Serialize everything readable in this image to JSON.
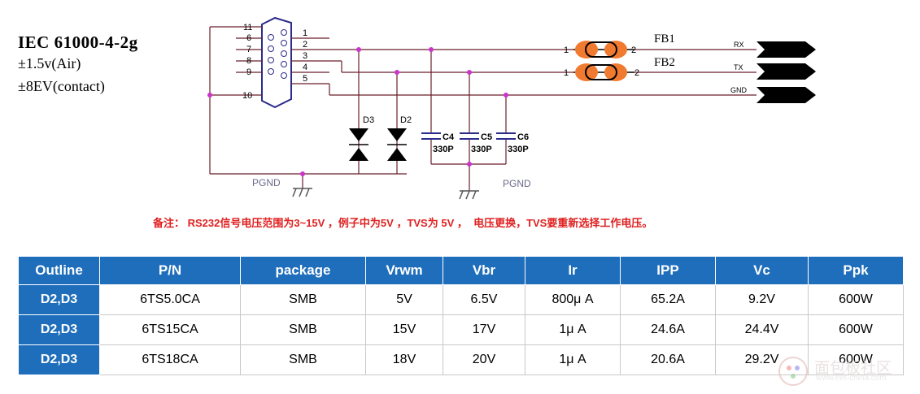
{
  "spec": {
    "title": "IEC  61000-4-2g",
    "air": "±1.5v(Air)",
    "contact": "±8EV(contact)"
  },
  "schematic": {
    "connector_pins_left": [
      "11",
      "6",
      "7",
      "8",
      "9",
      "10"
    ],
    "connector_pins_right": [
      "1",
      "2",
      "3",
      "4",
      "5"
    ],
    "ferrites": [
      {
        "name": "FB1",
        "pin1": "1",
        "pin2": "2"
      },
      {
        "name": "FB2",
        "pin1": "1",
        "pin2": "2"
      }
    ],
    "signals": [
      "RX",
      "TX",
      "GND"
    ],
    "diodes": [
      "D3",
      "D2"
    ],
    "capacitors": [
      {
        "ref": "C4",
        "value": "330P"
      },
      {
        "ref": "C5",
        "value": "330P"
      },
      {
        "ref": "C6",
        "value": "330P"
      }
    ],
    "ground_labels": [
      "PGND",
      "PGND"
    ],
    "wire_color": "#6a1f2a",
    "junction_color": "#cc33cc",
    "ferrite_color": "#f07a30",
    "ground_color": "#555555"
  },
  "note": "备注： RS232信号电压范围为3~15V ，例子中为5V ，TVS为 5V ，  电压更换，TVS要重新选择工作电压。",
  "table": {
    "headers": [
      "Outline",
      "P/N",
      "package",
      "Vrwm",
      "Vbr",
      "Ir",
      "IPP",
      "Vc",
      "Ppk"
    ],
    "rows": [
      [
        "D2,D3",
        "6TS5.0CA",
        "SMB",
        "5V",
        "6.5V",
        "800μ A",
        "65.2A",
        "9.2V",
        "600W"
      ],
      [
        "D2,D3",
        "6TS15CA",
        "SMB",
        "15V",
        "17V",
        "1μ A",
        "24.6A",
        "24.4V",
        "600W"
      ],
      [
        "D2,D3",
        "6TS18CA",
        "SMB",
        "18V",
        "20V",
        "1μ A",
        "20.6A",
        "29.2V",
        "600W"
      ]
    ],
    "header_color": "#1f6ebb"
  },
  "watermark": {
    "text": "面包板社区",
    "url": "www.eet-china.com"
  }
}
